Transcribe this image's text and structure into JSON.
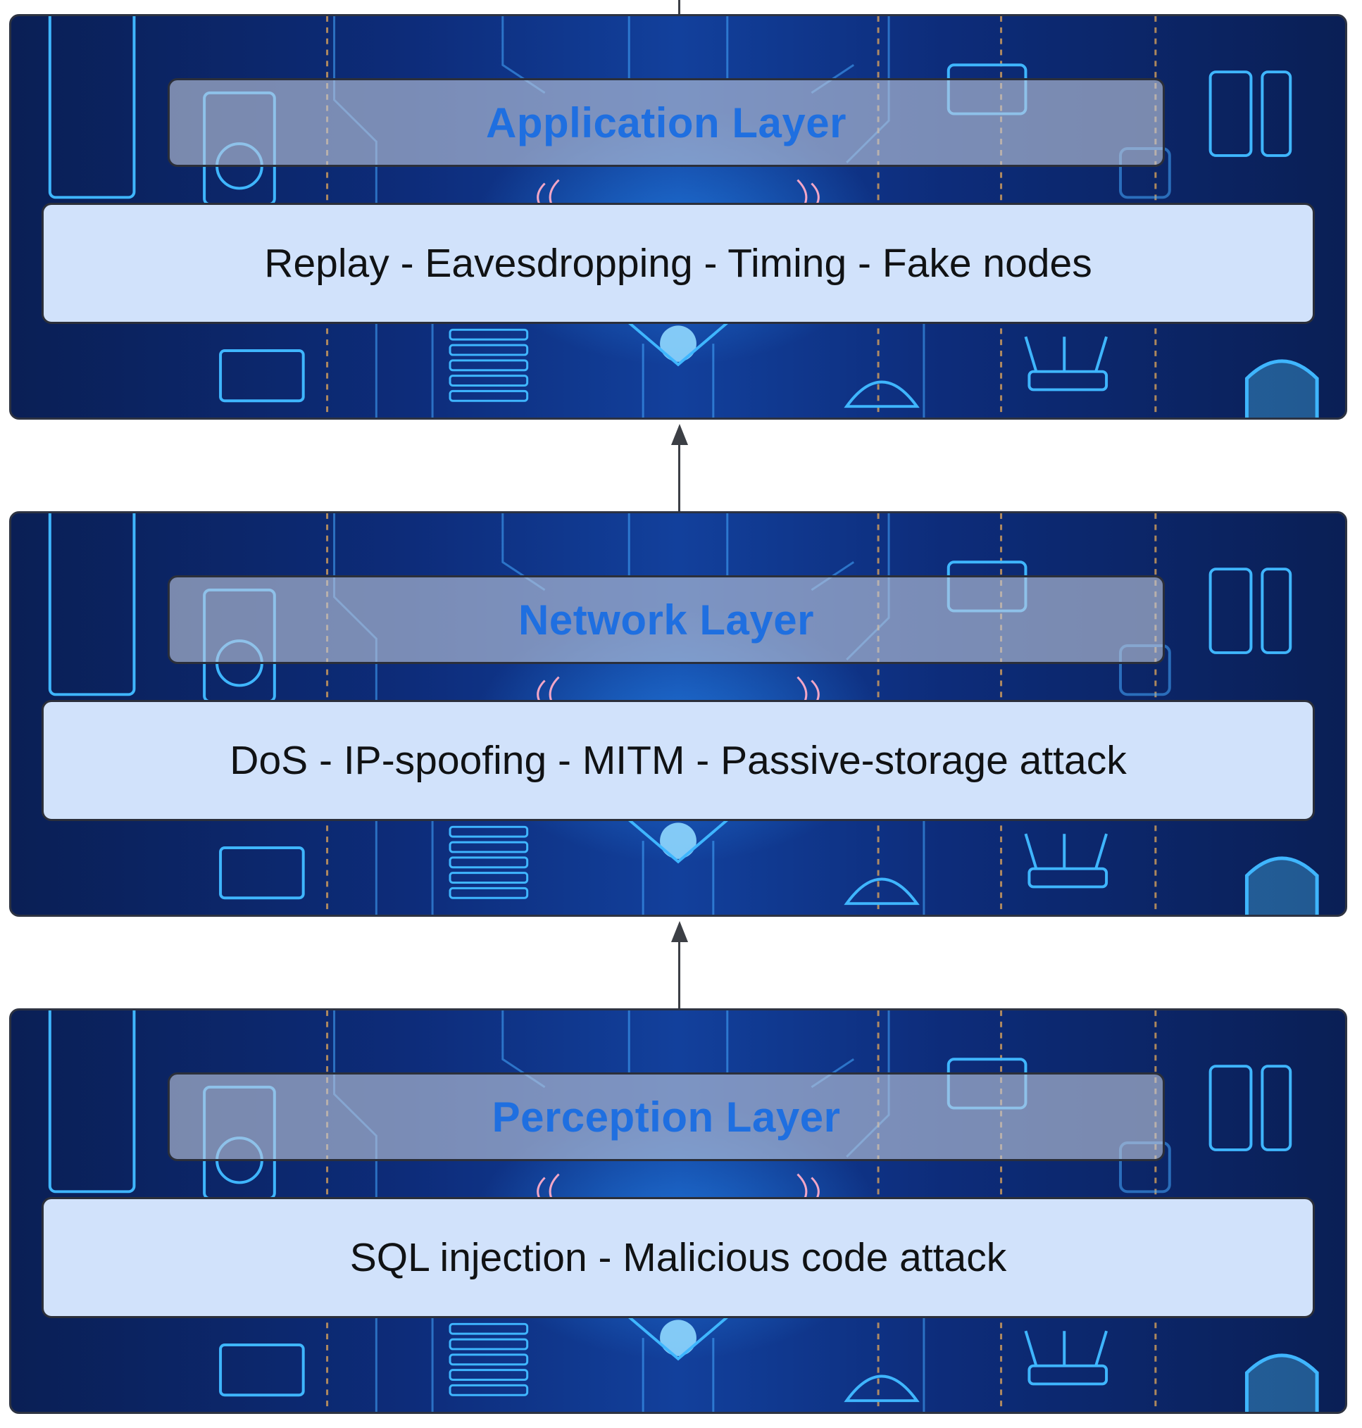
{
  "layers": [
    {
      "title": "Application Layer",
      "attacks": "Replay - Eavesdropping - Timing - Fake nodes"
    },
    {
      "title": "Network Layer",
      "attacks": "DoS - IP-spoofing - MITM - Passive-storage attack"
    },
    {
      "title": "Perception Layer",
      "attacks": "SQL injection - Malicious code attack"
    }
  ],
  "colors": {
    "title_text": "#1f6fe0",
    "attack_box_fill": "#d1e2fb",
    "panel_background": "#0d2c7a",
    "arrow": "#3c3f45"
  }
}
